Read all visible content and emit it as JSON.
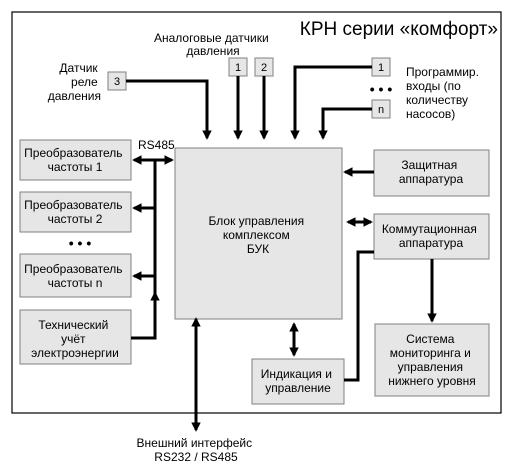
{
  "title": "КРН серии «комфорт»",
  "colors": {
    "box_fill": "#e6e6e6",
    "line": "#000000",
    "frame": "#000000"
  },
  "labels": {
    "analog_sensors": [
      "Аналоговые датчики",
      "давления"
    ],
    "relay_sensor": [
      "Датчик",
      "реле",
      "давления"
    ],
    "prog_inputs": [
      "Программир.",
      "входы (по",
      "количеству",
      "насосов)"
    ],
    "rs485": "RS485",
    "external_interface": [
      "Внешний интерфейс",
      "RS232 / RS485"
    ]
  },
  "inputs": {
    "relay": "3",
    "analog_1": "1",
    "analog_2": "2",
    "prog_1": "1",
    "prog_dots": "• • •",
    "prog_n": "n"
  },
  "blocks": {
    "main": [
      "Блок управления",
      "комплексом",
      "БУК"
    ],
    "converter_1": [
      "Преобразователь",
      "частоты 1"
    ],
    "converter_2": [
      "Преобразователь",
      "частоты 2"
    ],
    "converter_dots": "• • •",
    "converter_n": [
      "Преобразователь",
      "частоты n"
    ],
    "energy_meter": [
      "Технический",
      "учёт",
      "электроэнергии"
    ],
    "protection": [
      "Защитная",
      "аппаратура"
    ],
    "switching": [
      "Коммутационная",
      "аппаратура"
    ],
    "indication": [
      "Индикация и",
      "управление"
    ],
    "monitoring": [
      "Система",
      "мониторинга и",
      "управления",
      "нижнего уровня"
    ]
  }
}
